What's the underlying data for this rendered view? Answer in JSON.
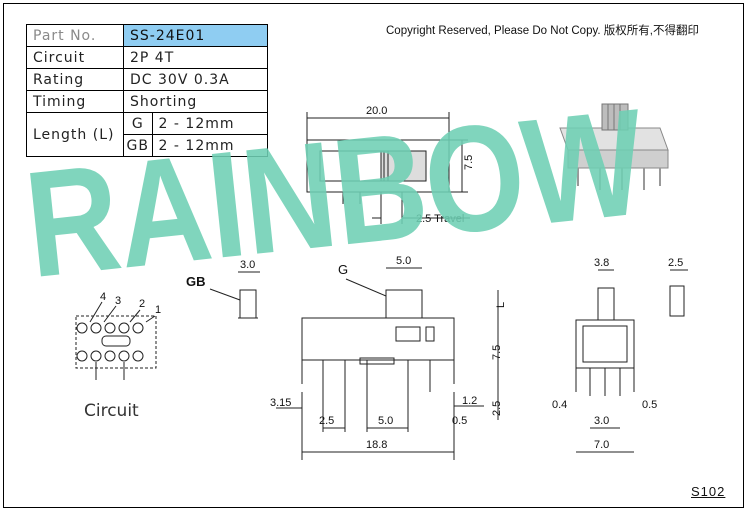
{
  "spec_table": {
    "rows": [
      {
        "label": "Part No.",
        "value": "SS-24E01"
      },
      {
        "label": "Circuit",
        "value": "2P 4T"
      },
      {
        "label": "Rating",
        "value": "DC 30V 0.3A"
      },
      {
        "label": "Timing",
        "value": "Shorting"
      }
    ],
    "length": {
      "label": "Length (L)",
      "options": [
        {
          "code": "G",
          "value": "2 - 12mm"
        },
        {
          "code": "GB",
          "value": "2 - 12mm"
        }
      ]
    }
  },
  "copyright": "Copyright Reserved, Please Do Not Copy. 版权所有,不得翻印",
  "watermark": "RAINBOW",
  "drawing_code": "S102",
  "circuit": {
    "caption": "Circuit",
    "pins": [
      "4",
      "3",
      "2",
      "1"
    ]
  },
  "top_view": {
    "width": "20.0",
    "height": "7.5",
    "travel": "2.5 Travel"
  },
  "front_view": {
    "gb_label": "GB",
    "g_label": "G",
    "gb_width": "3.0",
    "g_width": "5.0",
    "l_label": "L",
    "body_height": "7.5",
    "pin_length": "2.5",
    "left_offset": "3.15",
    "right_offset": "1.2",
    "pitch": "2.5",
    "span": "5.0",
    "pin_width": "0.5",
    "overall": "18.8"
  },
  "side_view": {
    "actuator_width": "3.8",
    "actuator_side": "2.5",
    "pin_left": "0.4",
    "pin_right": "0.5",
    "pin_pitch": "3.0",
    "body_width": "7.0"
  },
  "colors": {
    "part_no_fill": "#8fcdf2",
    "watermark": "#6fd0b4"
  }
}
